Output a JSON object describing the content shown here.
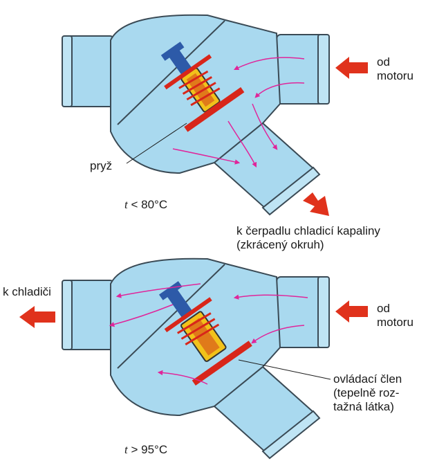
{
  "colors": {
    "water": "#a9d9ef",
    "body_outline": "#3a4a55",
    "flow_arrow": "#e0259a",
    "direction_arrow": "#e0321c",
    "valve_red": "#d8261a",
    "piston_blue": "#2d5aa8",
    "wax_yellow": "#f2c21a",
    "wax_orange": "#e07a1a"
  },
  "top": {
    "label_from_motor": [
      "od",
      "motoru"
    ],
    "label_rubber": "pryž",
    "temp_var": "t",
    "temp_text": " < 80°C",
    "label_to_pump": [
      "k čerpadlu chladicí kapaliny",
      "(zkrácený okruh)"
    ]
  },
  "bottom": {
    "label_to_cooler": "k chladiči",
    "label_from_motor": [
      "od",
      "motoru"
    ],
    "label_control": [
      "ovládací člen",
      "(tepelně roz-",
      "tažná látka)"
    ],
    "temp_var": "t",
    "temp_text": " > 95°C"
  }
}
